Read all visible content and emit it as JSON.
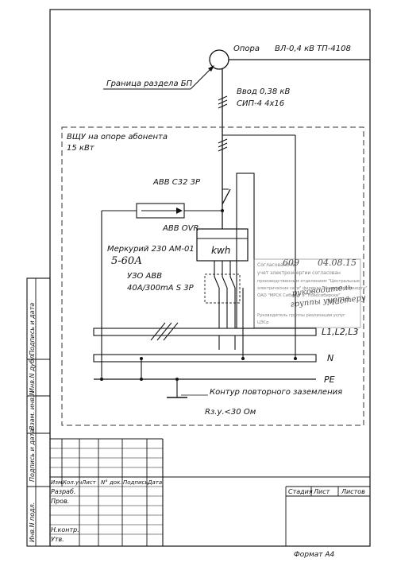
{
  "diagram": {
    "support_label": "Опора",
    "line_label": "ВЛ-0,4 кВ ТП-4108",
    "boundary_label": "Граница раздела БП",
    "input_line1": "Ввод 0,38 кВ",
    "input_line2": "СИП-4 4х16",
    "cabinet_line1": "ВЩУ на опоре абонента",
    "cabinet_line2": "15 кВт",
    "breaker_label": "ABB C32 3P",
    "ovr_label": "ABB OVR",
    "meter_model": "Меркурий 230 АМ-01",
    "meter_current": "5-60А",
    "meter_unit": "kwh",
    "rcd_line1": "УЗО ABB",
    "rcd_line2": "40А/300mA  S 3P",
    "bus_l_label": "L1,L2,L3",
    "bus_n_label": "N",
    "bus_pe_label": "PE",
    "ground_label": "Контур повторного заземления",
    "resistance_label": "Rз.у.<30  Ом"
  },
  "stamp": {
    "line1": "Согласовано №",
    "line2": "учет электроэнергии согласован",
    "line3": "производственным отделением \"Центральные",
    "line4": "электрические сети\" филиала \"Новосибирскэнерго\"",
    "line5": "ОАО \"МРСК Сибири\" в \"Новосибирске\"",
    "line6": "Руководитель группы реализации услуг",
    "line7": "ЦЭСр",
    "number": "609",
    "date": "04.08.15",
    "sign1": "руководитель",
    "sign2": "группы учета",
    "sign3": "Мастеру"
  },
  "side_table": {
    "c1": "Подпись и дата",
    "c2": "Инв.N дубл.",
    "c3": "Взам. инв.N",
    "c4": "Подпись и дата",
    "c5": "Инв.N подл."
  },
  "title_block": {
    "izm": "Изм.",
    "kol": "Кол.уч",
    "list": "Лист",
    "ndok": "N° док.",
    "podpis": "Подпись",
    "data": "Дата",
    "razrab": "Разраб.",
    "prov": "Пров.",
    "nkontr": "Н.контр.",
    "utv": "Утв.",
    "stadia": "Стадия",
    "list2": "Лист",
    "listov": "Листов"
  },
  "format_label": "Формат А4"
}
